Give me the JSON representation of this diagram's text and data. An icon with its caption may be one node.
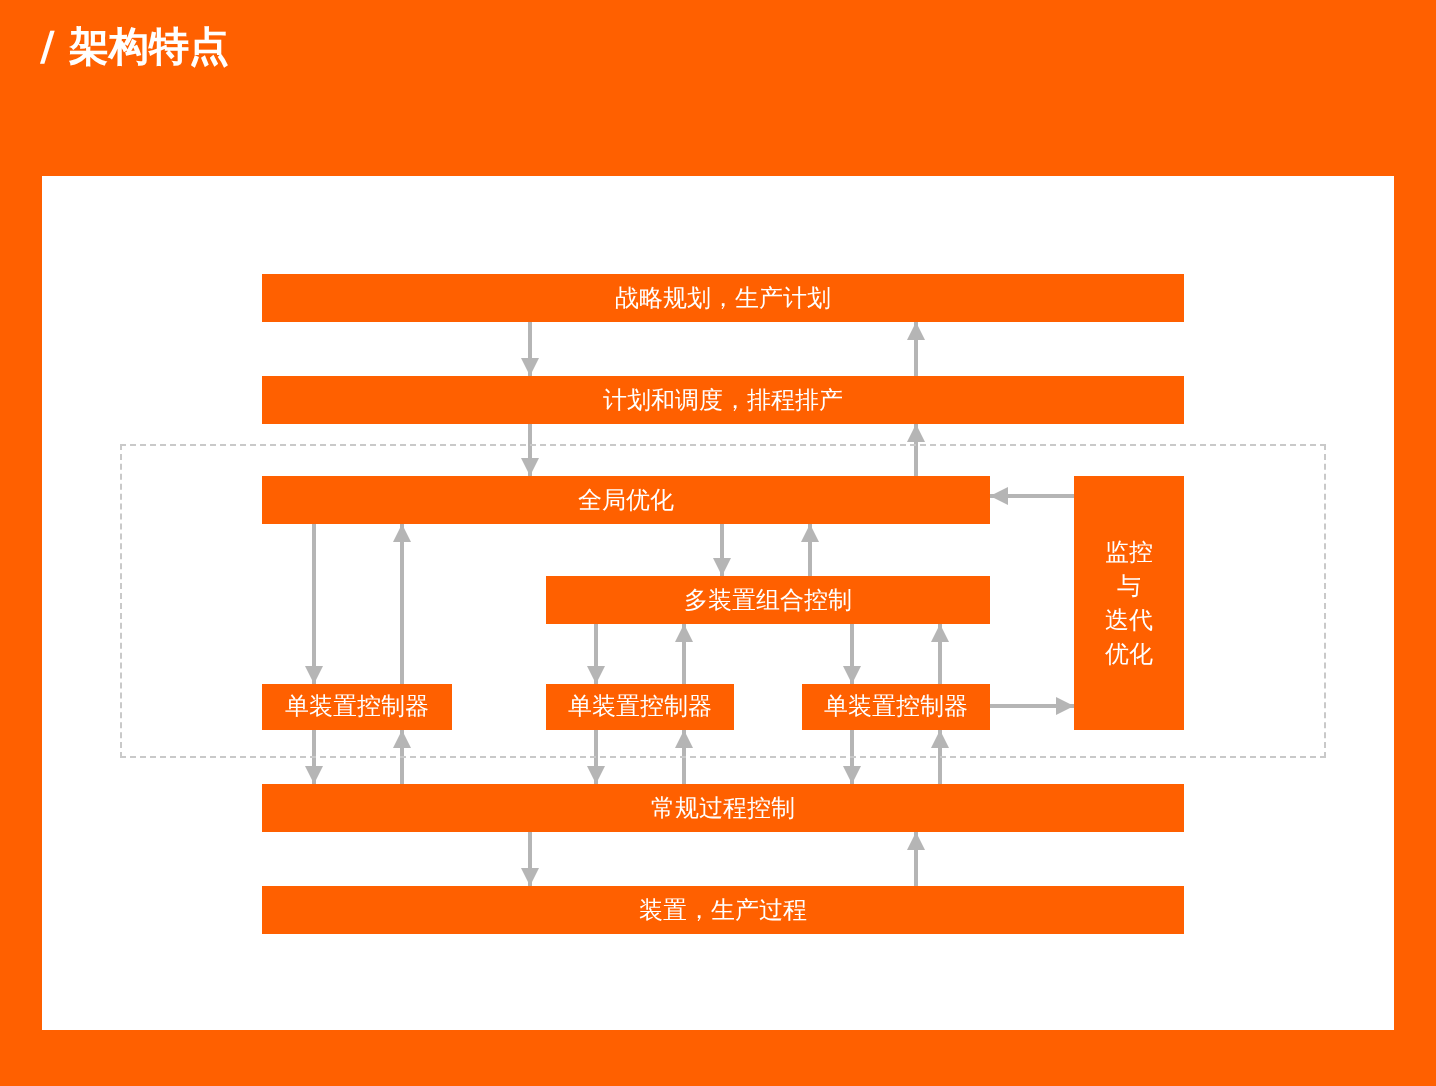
{
  "diagram": {
    "title": "/ 架构特点",
    "nodes": [
      {
        "text": [
          "战略规划，生产计划"
        ]
      },
      {
        "text": [
          "计划和调度，排程排产"
        ]
      },
      {
        "text": [],
        "shape": "box"
      },
      {
        "text": [
          "全局优化"
        ],
        "in": 2
      },
      {
        "text": [
          "监控与迭代优化"
        ],
        "in": 2
      },
      {
        "text": [
          "多装置组合控制"
        ],
        "in": 2
      },
      {
        "text": [
          "单装置控制器"
        ],
        "in": 2
      },
      {
        "text": [
          "单装置控制器"
        ],
        "in": 2
      },
      {
        "text": [
          "单装置控制器"
        ],
        "in": 2
      },
      {
        "text": [
          "常规过程控制"
        ]
      },
      {
        "text": [
          "装置，生产过程"
        ]
      }
    ],
    "edges": [
      {
        "from": 0,
        "to": 1,
        "arrow": "to"
      },
      {
        "from": 1,
        "to": 0,
        "arrow": "to"
      },
      {
        "from": 1,
        "to": 3,
        "arrow": "to"
      },
      {
        "from": 3,
        "to": 1,
        "arrow": "to"
      },
      {
        "from": 4,
        "to": 3,
        "arrow": "to"
      },
      {
        "from": 3,
        "to": 6,
        "arrow": "to"
      },
      {
        "from": 6,
        "to": 3,
        "arrow": "to"
      },
      {
        "from": 3,
        "to": 5,
        "arrow": "to"
      },
      {
        "from": 5,
        "to": 3,
        "arrow": "to"
      },
      {
        "from": 5,
        "to": 7,
        "arrow": "to"
      },
      {
        "from": 7,
        "to": 5,
        "arrow": "to"
      },
      {
        "from": 5,
        "to": 8,
        "arrow": "to"
      },
      {
        "from": 8,
        "to": 5,
        "arrow": "to"
      },
      {
        "from": 8,
        "to": 4,
        "arrow": "to"
      },
      {
        "from": 6,
        "to": 9,
        "arrow": "to"
      },
      {
        "from": 9,
        "to": 6,
        "arrow": "to"
      },
      {
        "from": 7,
        "to": 9,
        "arrow": "to"
      },
      {
        "from": 9,
        "to": 7,
        "arrow": "to"
      },
      {
        "from": 8,
        "to": 9,
        "arrow": "to"
      },
      {
        "from": 9,
        "to": 8,
        "arrow": "to"
      },
      {
        "from": 9,
        "to": 10,
        "arrow": "to"
      },
      {
        "from": 10,
        "to": 9,
        "arrow": "to"
      }
    ]
  }
}
